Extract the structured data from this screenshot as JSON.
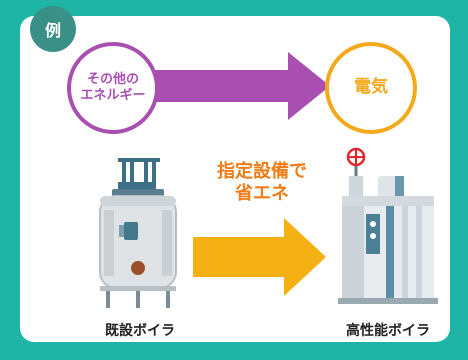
{
  "badge": {
    "label": "例"
  },
  "from_source": {
    "line1": "その他の",
    "line2": "エネルギー"
  },
  "to_source": {
    "label": "電気"
  },
  "middle_label": {
    "line1": "指定設備で",
    "line2": "省エネ"
  },
  "captions": {
    "existing": "既設ボイラ",
    "high_perf": "高性能ボイラ"
  },
  "colors": {
    "background": "#1fb5a6",
    "badge": "#3a8f86",
    "purple": "#a94fb1",
    "orange": "#f3a91a",
    "orange_text": "#ee7d17"
  },
  "icons": {
    "arrow_top": "right-arrow",
    "arrow_bottom": "right-arrow",
    "existing_boiler": "tank-boiler",
    "new_boiler": "modern-boiler",
    "valve": "valve-icon"
  }
}
